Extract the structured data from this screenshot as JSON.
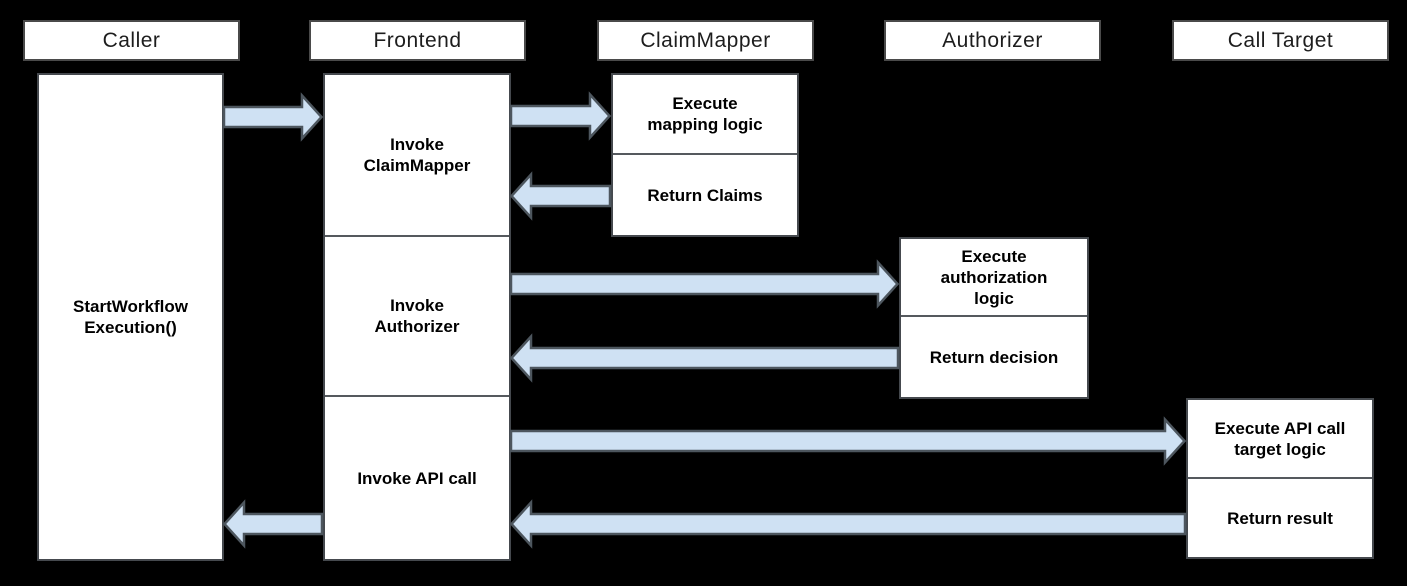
{
  "colors": {
    "background": "#000000",
    "box_fill": "#ffffff",
    "box_border": "#45494e",
    "header_border": "#4a4a4a",
    "arrow_fill": "#cfe1f3",
    "arrow_stroke": "#4d565e",
    "text": "#000000"
  },
  "lanes": [
    {
      "header": "Caller",
      "box": {
        "label": "StartWorkflow\nExecution()"
      }
    },
    {
      "header": "Frontend",
      "steps": [
        "Invoke\nClaimMapper",
        "Invoke\nAuthorizer",
        "Invoke API call"
      ]
    },
    {
      "header": "ClaimMapper",
      "steps": [
        "Execute\nmapping logic",
        "Return Claims"
      ]
    },
    {
      "header": "Authorizer",
      "steps": [
        "Execute\nauthorization\nlogic",
        "Return decision"
      ]
    },
    {
      "header": "Call Target",
      "steps": [
        "Execute API call\ntarget logic",
        "Return result"
      ]
    }
  ],
  "arrows": [
    {
      "from": "Caller",
      "to": "Frontend"
    },
    {
      "from": "Frontend",
      "to": "ClaimMapper"
    },
    {
      "from": "ClaimMapper",
      "to": "Frontend"
    },
    {
      "from": "Frontend",
      "to": "Authorizer"
    },
    {
      "from": "Authorizer",
      "to": "Frontend"
    },
    {
      "from": "Frontend",
      "to": "Call Target"
    },
    {
      "from": "Call Target",
      "to": "Frontend"
    },
    {
      "from": "Frontend",
      "to": "Caller"
    }
  ]
}
